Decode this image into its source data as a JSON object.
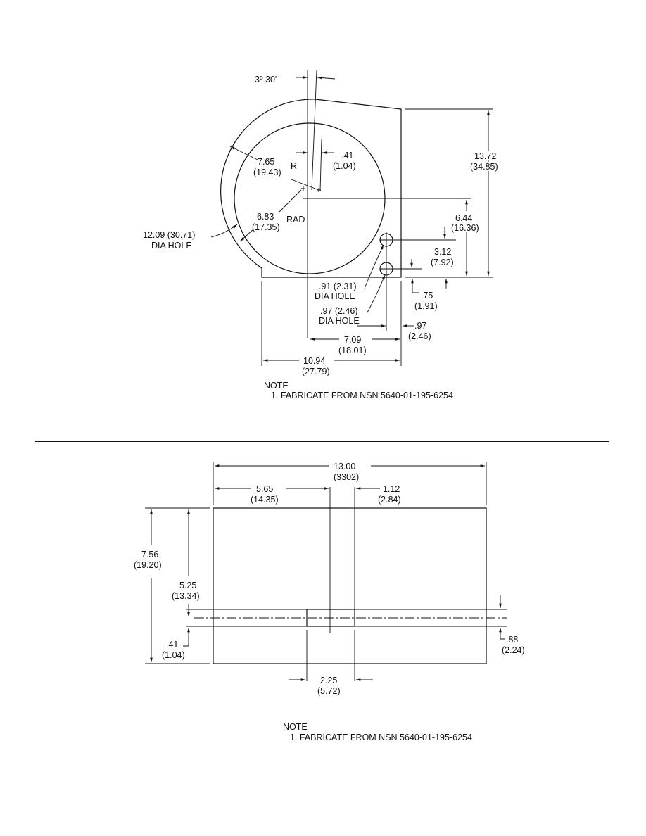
{
  "top_drawing": {
    "angle": "3º 30'",
    "dim_765": [
      "7.65",
      "(19.43)"
    ],
    "r_label": "R",
    "dim_041": [
      ".41",
      "(1.04)"
    ],
    "dim_683": [
      "6.83",
      "(17.35)"
    ],
    "rad_label": "RAD",
    "dim_1209": [
      "12.09 (30.71)",
      "DIA HOLE"
    ],
    "dim_1372": [
      "13.72",
      "(34.85)"
    ],
    "dim_644": [
      "6.44",
      "(16.36)"
    ],
    "dim_312": [
      "3.12",
      "(7.92)"
    ],
    "dim_075": [
      ".75",
      "(1.91)"
    ],
    "dim_091": [
      ".91 (2.31)",
      "DIA HOLE"
    ],
    "dim_097_hole": [
      ".97 (2.46)",
      "DIA HOLE"
    ],
    "dim_097": [
      ".97",
      "(2.46)"
    ],
    "dim_709": [
      "7.09",
      "(18.01)"
    ],
    "dim_1094": [
      "10.94",
      "(27.79)"
    ],
    "note_title": "NOTE",
    "note_text": "1. FABRICATE FROM NSN 5640-01-195-6254"
  },
  "bottom_drawing": {
    "dim_1300": [
      "13.00",
      "(3302)"
    ],
    "dim_565": [
      "5.65",
      "(14.35)"
    ],
    "dim_112": [
      "1.12",
      "(2.84)"
    ],
    "dim_756": [
      "7.56",
      "(19.20)"
    ],
    "dim_525": [
      "5.25",
      "(13.34)"
    ],
    "dim_041": [
      ".41",
      "(1.04)"
    ],
    "dim_088": [
      ".88",
      "(2.24)"
    ],
    "dim_225": [
      "2.25",
      "(5.72)"
    ],
    "note_title": "NOTE",
    "note_text": "1. FABRICATE FROM NSN 5640-01-195-6254"
  }
}
